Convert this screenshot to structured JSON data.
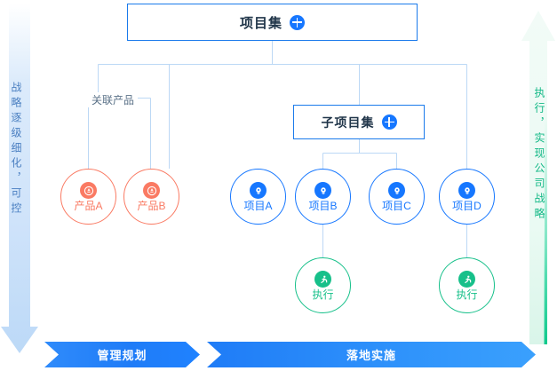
{
  "diagram": {
    "left_axis": {
      "name": "strategy-refinement-arrow",
      "text": "战略逐级细化，可控",
      "direction": "down",
      "color": "#4a7fc1"
    },
    "right_axis": {
      "name": "execution-arrow",
      "text": "执行，实现公司战略",
      "direction": "up",
      "color": "#12b886"
    },
    "boxes": [
      {
        "id": "program",
        "label": "项目集",
        "icon": "grid-icon"
      },
      {
        "id": "subprogram",
        "label": "子项目集",
        "icon": "grid-icon"
      }
    ],
    "bracket": {
      "label": "关联产品"
    },
    "nodes": [
      {
        "id": "product-a",
        "label": "产品A",
        "icon": "product-icon",
        "color": "#fa7a63"
      },
      {
        "id": "product-b",
        "label": "产品B",
        "icon": "product-icon",
        "color": "#fa7a63"
      },
      {
        "id": "project-a",
        "label": "项目A",
        "icon": "rocket-icon",
        "color": "#1677ff"
      },
      {
        "id": "project-b",
        "label": "项目B",
        "icon": "rocket-icon",
        "color": "#1677ff"
      },
      {
        "id": "project-c",
        "label": "项目C",
        "icon": "rocket-icon",
        "color": "#1677ff"
      },
      {
        "id": "project-d",
        "label": "项目D",
        "icon": "rocket-icon",
        "color": "#1677ff"
      },
      {
        "id": "execute-b",
        "label": "执行",
        "icon": "runner-icon",
        "color": "#17c08a"
      },
      {
        "id": "execute-d",
        "label": "执行",
        "icon": "runner-icon",
        "color": "#17c08a"
      }
    ],
    "footer_banners": [
      {
        "id": "plan",
        "label": "管理规划",
        "color": "#1f7cf7"
      },
      {
        "id": "exec",
        "label": "落地实施",
        "color": "#2f93fb"
      }
    ],
    "palette": {
      "blue": "#1677ff",
      "line_blue": "#bcd8f5",
      "orange": "#fa7a63",
      "green": "#17c08a",
      "text_dark": "#21364a",
      "text_gray": "#5b7288"
    }
  }
}
